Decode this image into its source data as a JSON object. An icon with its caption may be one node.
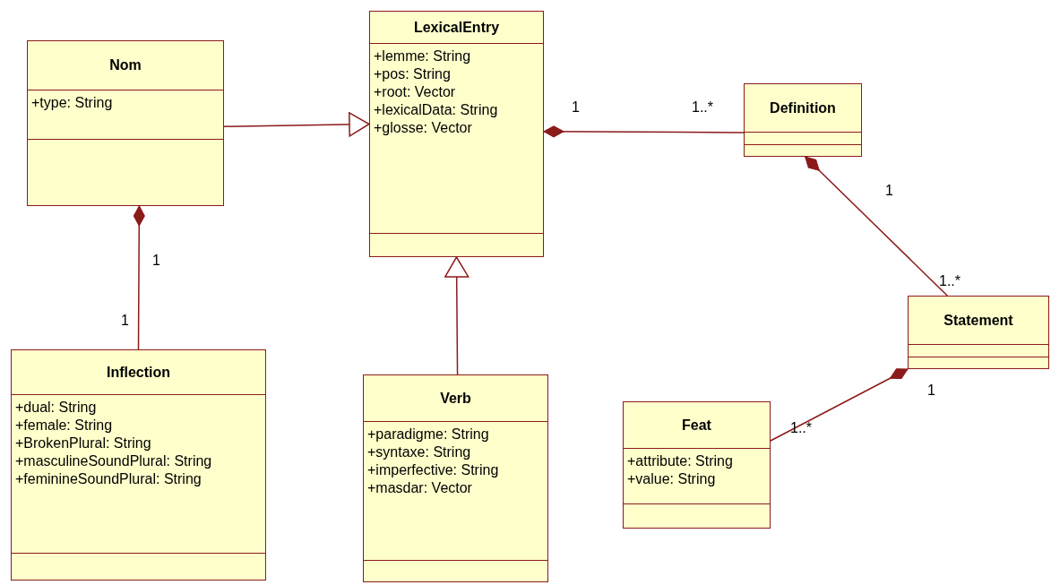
{
  "diagram": {
    "nodes": [
      {
        "text": [
          "Nom",
          "+type: String"
        ]
      },
      {
        "text": [
          "LexicalEntry",
          "+lemme: String",
          "+pos: String",
          "+root: Vector",
          "+lexicalData: String",
          "+glosse: Vector"
        ]
      },
      {
        "text": [
          "Definition"
        ]
      },
      {
        "text": [
          "Inflection",
          "+dual: String",
          "+female: String",
          "+BrokenPlural: String",
          "+masculineSoundPlural: String",
          "+feminineSoundPlural: String"
        ]
      },
      {
        "text": [
          "Verb",
          "+paradigme: String",
          "+syntaxe: String",
          "+imperfective: String",
          "+masdar: Vector"
        ]
      },
      {
        "text": [
          "Statement"
        ]
      },
      {
        "text": [
          "Feat",
          "+attribute: String",
          "+value: String"
        ]
      }
    ],
    "edges": [
      {
        "from": 0,
        "to": 1,
        "arrow": "to"
      },
      {
        "from": 2,
        "to": 1,
        "arrow": "other"
      },
      {
        "from": 4,
        "to": 1,
        "arrow": "to"
      },
      {
        "from": 3,
        "to": 0,
        "arrow": "other"
      },
      {
        "from": 5,
        "to": 2,
        "arrow": "other"
      },
      {
        "from": 6,
        "to": 5,
        "arrow": "other"
      }
    ],
    "labels": [
      "1",
      "1..*",
      "1",
      "1",
      "1..*",
      "1",
      "1",
      "1..*"
    ]
  }
}
